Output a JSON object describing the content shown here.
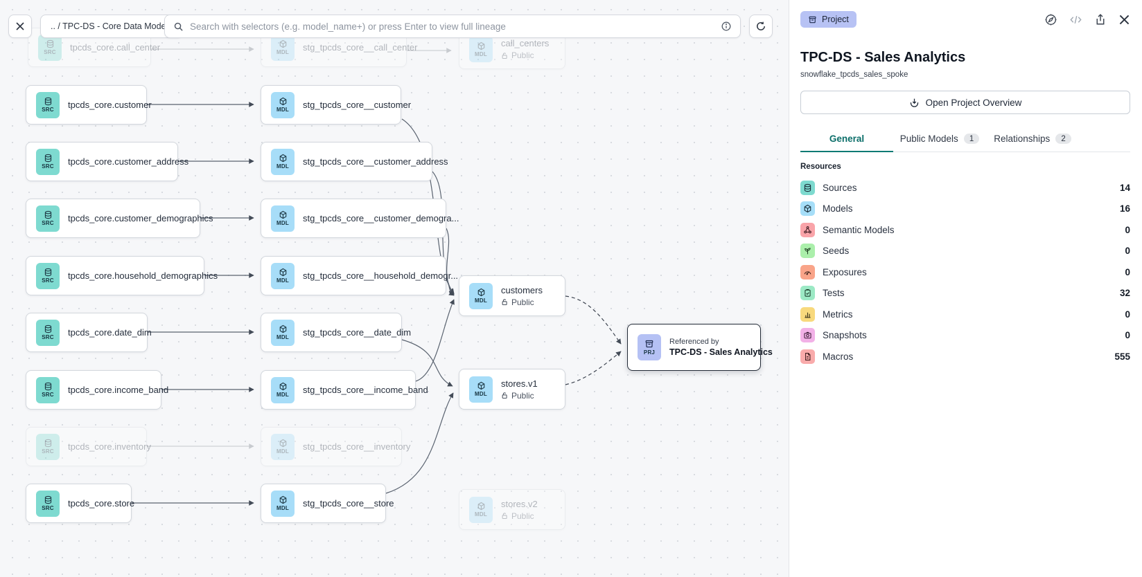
{
  "toolbar": {
    "breadcrumb": ".. / TPC-DS - Core Data Models",
    "search_placeholder": "Search with selectors (e.g. model_name+) or press Enter to view full lineage"
  },
  "panel": {
    "type_badge": "Project",
    "title": "TPC-DS - Sales Analytics",
    "subtitle": "snowflake_tpcds_sales_spoke",
    "overview_button": "Open Project Overview",
    "tabs": [
      {
        "label": "General",
        "active": true
      },
      {
        "label": "Public Models",
        "badge": "1"
      },
      {
        "label": "Relationships",
        "badge": "2"
      }
    ],
    "resources_header": "Resources",
    "resources": [
      {
        "label": "Sources",
        "count": "14",
        "color": "#7edacf"
      },
      {
        "label": "Models",
        "count": "16",
        "color": "#a6def8"
      },
      {
        "label": "Semantic Models",
        "count": "0",
        "color": "#f9a4a9"
      },
      {
        "label": "Seeds",
        "count": "0",
        "color": "#abefab"
      },
      {
        "label": "Exposures",
        "count": "0",
        "color": "#f9a489"
      },
      {
        "label": "Tests",
        "count": "32",
        "color": "#9ce9c5"
      },
      {
        "label": "Metrics",
        "count": "0",
        "color": "#f8d97d"
      },
      {
        "label": "Snapshots",
        "count": "0",
        "color": "#f2b1e7"
      },
      {
        "label": "Macros",
        "count": "555",
        "color": "#f9abab"
      }
    ],
    "accent_color": "#0e7a74"
  },
  "graph": {
    "badges": {
      "source": "SRC",
      "model": "MDL",
      "project": "PRJ"
    },
    "visibility_label": "Public",
    "sources": [
      {
        "label": "tpcds_core.call_center"
      },
      {
        "label": "tpcds_core.customer"
      },
      {
        "label": "tpcds_core.customer_address"
      },
      {
        "label": "tpcds_core.customer_demographics"
      },
      {
        "label": "tpcds_core.household_demographics"
      },
      {
        "label": "tpcds_core.date_dim"
      },
      {
        "label": "tpcds_core.income_band"
      },
      {
        "label": "tpcds_core.inventory"
      },
      {
        "label": "tpcds_core.store"
      }
    ],
    "staging": [
      {
        "label": "stg_tpcds_core__call_center"
      },
      {
        "label": "stg_tpcds_core__customer"
      },
      {
        "label": "stg_tpcds_core__customer_address"
      },
      {
        "label": "stg_tpcds_core__customer_demogra..."
      },
      {
        "label": "stg_tpcds_core__household_demogr..."
      },
      {
        "label": "stg_tpcds_core__date_dim"
      },
      {
        "label": "stg_tpcds_core__income_band"
      },
      {
        "label": "stg_tpcds_core__inventory"
      },
      {
        "label": "stg_tpcds_core__store"
      }
    ],
    "public_models": [
      {
        "label": "call_centers"
      },
      {
        "label": "customers"
      },
      {
        "label": "stores.v1"
      },
      {
        "label": "stores.v2"
      }
    ],
    "project_node": {
      "caption": "Referenced by",
      "name": "TPC-DS - Sales Analytics"
    }
  }
}
